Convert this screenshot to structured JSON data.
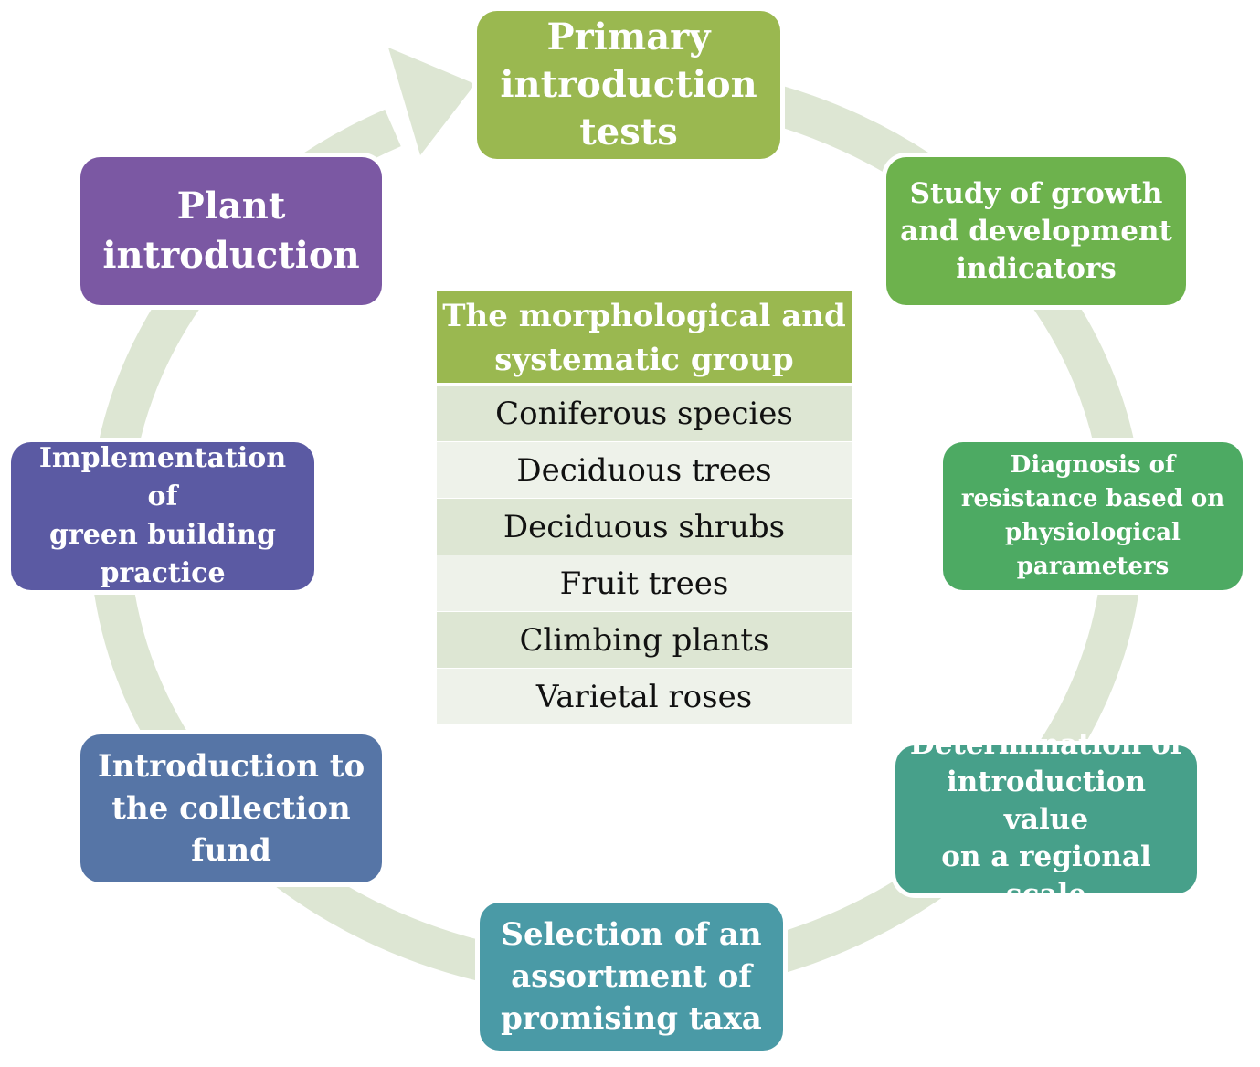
{
  "colors": {
    "ring": "#dde6d3",
    "table_header": "#9ab850",
    "table_row_dark": "#dde6d3",
    "table_row_light": "#eef2ea"
  },
  "cycle": {
    "nodes": [
      {
        "label": "Primary\nintroduction\ntests",
        "color": "#9ab850"
      },
      {
        "label": "Study of growth\nand development\nindicators",
        "color": "#6db24d"
      },
      {
        "label": "Diagnosis of\nresistance based on\nphysiological\nparameters",
        "color": "#4daa63"
      },
      {
        "label": "Determination of\nintroduction value\non a regional scale",
        "color": "#47a08a"
      },
      {
        "label": "Selection of an\nassortment of\npromising taxa",
        "color": "#4a9aa6"
      },
      {
        "label": "Introduction to\nthe collection\nfund",
        "color": "#5675a6"
      },
      {
        "label": "Implementation of\ngreen building\npractice",
        "color": "#5b5aa3"
      },
      {
        "label": "Plant\nintroduction",
        "color": "#7b58a3"
      }
    ]
  },
  "table": {
    "header": "The morphological  and\nsystematic group",
    "rows": [
      "Coniferous species",
      "Deciduous trees",
      "Deciduous shrubs",
      "Fruit trees",
      "Climbing plants",
      "Varietal roses"
    ]
  }
}
